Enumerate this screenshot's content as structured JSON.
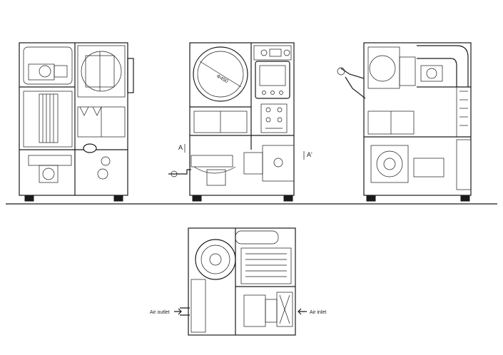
{
  "labels": {
    "diameter": "Φ450",
    "section_a": "A",
    "section_a_prime": "A'",
    "air_outlet": "Air outlet",
    "air_inlet": "Air inlet"
  },
  "colors": {
    "line": "#1a1a1a",
    "background": "#ffffff"
  }
}
